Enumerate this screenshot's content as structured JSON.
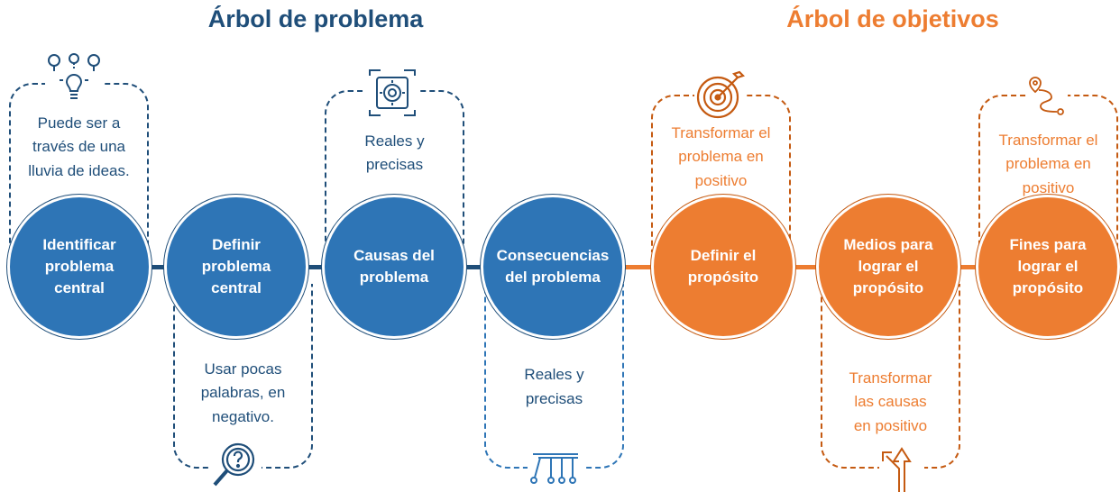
{
  "titles": {
    "left": "Árbol de problema",
    "right": "Árbol de objetivos"
  },
  "circles": [
    {
      "label": "Identificar\nproblema\ncentral"
    },
    {
      "label": "Definir\nproblema\ncentral"
    },
    {
      "label": "Causas del\nproblema"
    },
    {
      "label": "Consecuencias\ndel problema"
    },
    {
      "label": "Definir el\npropósito"
    },
    {
      "label": "Medios para\nlograr el\npropósito"
    },
    {
      "label": "Fines para\nlograr el\npropósito"
    }
  ],
  "notes": {
    "n1": "Puede ser a\ntravés de una\nlluvia de ideas.",
    "n2": "Usar pocas\npalabras, en\nnegativo.",
    "n3": "Reales y\nprecisas",
    "n4": "Reales y\nprecisas",
    "n5": "Transformar el\nproblema en\npositivo",
    "n6": "Transformar\nlas causas\nen positivo",
    "n7": "Transformar el\nproblema en\npositivo"
  },
  "icons": [
    "lightbulbs-icon",
    "search-question-icon",
    "gear-process-icon",
    "branches-icon",
    "target-arrow-icon",
    "fork-arrow-icon",
    "route-pin-icon"
  ],
  "colors": {
    "navy": "#1f4e79",
    "blue": "#2e75b6",
    "orange": "#ed7d31",
    "dark_orange": "#c55a11"
  }
}
